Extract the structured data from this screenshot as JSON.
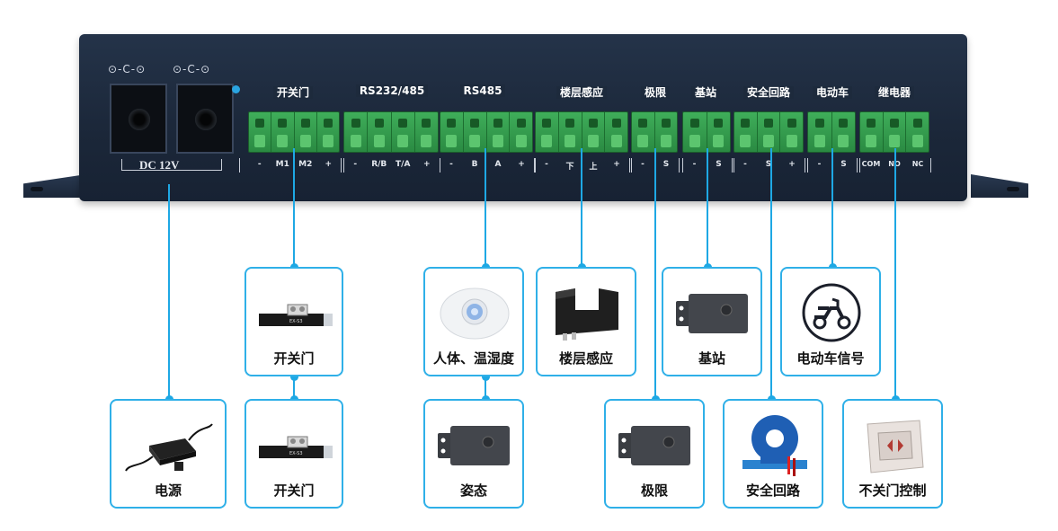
{
  "device": {
    "dc_symbol": "⊙-C-⊙",
    "dc_label": "DC 12V",
    "groups": [
      {
        "label": "开关门",
        "pins": [
          "-",
          "M1",
          "M2",
          "+"
        ]
      },
      {
        "label": "RS232/485",
        "pins": [
          "-",
          "R/B",
          "T/A",
          "+"
        ]
      },
      {
        "label": "RS485",
        "pins": [
          "-",
          "B",
          "A",
          "+"
        ]
      },
      {
        "label": "楼层感应",
        "pins": [
          "-",
          "下",
          "上",
          "+"
        ]
      },
      {
        "label": "极限",
        "pins": [
          "-",
          "S"
        ]
      },
      {
        "label": "基站",
        "pins": [
          "-",
          "S"
        ]
      },
      {
        "label": "安全回路",
        "pins": [
          "-",
          "S",
          "+"
        ]
      },
      {
        "label": "电动车",
        "pins": [
          "-",
          "S"
        ]
      },
      {
        "label": "继电器",
        "pins": [
          "COM",
          "NO",
          "NC"
        ]
      }
    ]
  },
  "cards": {
    "door1": "开关门",
    "door2": "开关门",
    "human": "人体、温湿度",
    "posture": "姿态",
    "floor": "楼层感应",
    "limit": "极限",
    "base": "基站",
    "safety": "安全回路",
    "ebike": "电动车信号",
    "power": "电源",
    "relay": "不关门控制"
  },
  "colors": {
    "accent": "#1ea8e4",
    "device": "#1b2739",
    "terminal": "#2e9a4a"
  }
}
